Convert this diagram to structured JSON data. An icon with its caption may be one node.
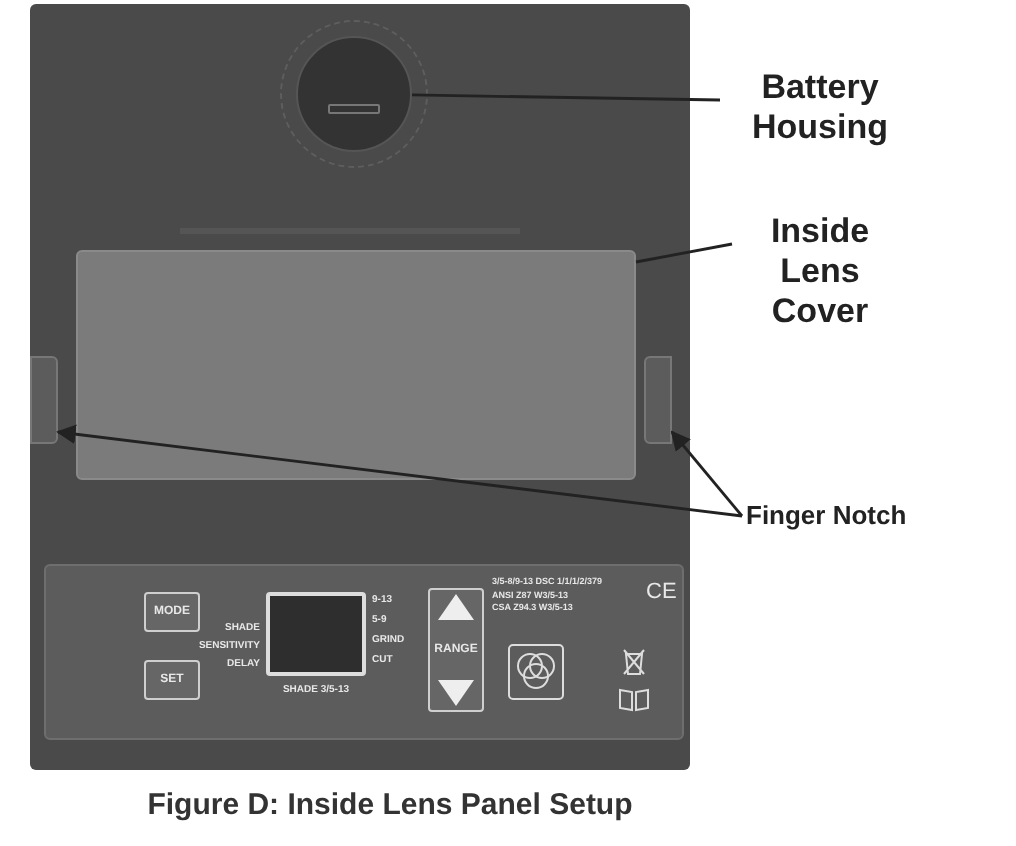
{
  "diagram": {
    "caption": "Figure D: Inside Lens Panel Setup",
    "nodes": [
      {
        "text": [
          "Battery Housing"
        ]
      },
      {
        "text": [],
        "shape": "circle"
      },
      {
        "text": [
          "Inside Lens Cover"
        ]
      },
      {
        "text": [],
        "shape": "box"
      },
      {
        "text": [
          "Finger Notch"
        ]
      },
      {
        "text": [],
        "shape": "box"
      },
      {
        "text": [],
        "shape": "box"
      }
    ],
    "edges": [
      {
        "from": 0,
        "to": 1,
        "arrow": "none"
      },
      {
        "from": 2,
        "to": 3,
        "arrow": "none"
      },
      {
        "from": 4,
        "to": 5,
        "arrow": "to"
      },
      {
        "from": 4,
        "to": 6,
        "arrow": "to"
      }
    ],
    "labels": [
      "MODE",
      "SET",
      "SHADE",
      "SENSITIVITY",
      "DELAY",
      "9-13",
      "5-9",
      "GRIND",
      "CUT",
      "SHADE 3/5-13",
      "RANGE",
      "3/5-8/9-13 DSC 1/1/1/2/379",
      "ANSI Z87 W3/5-13",
      "CSA Z94.3 W3/5-13",
      "CE"
    ]
  }
}
